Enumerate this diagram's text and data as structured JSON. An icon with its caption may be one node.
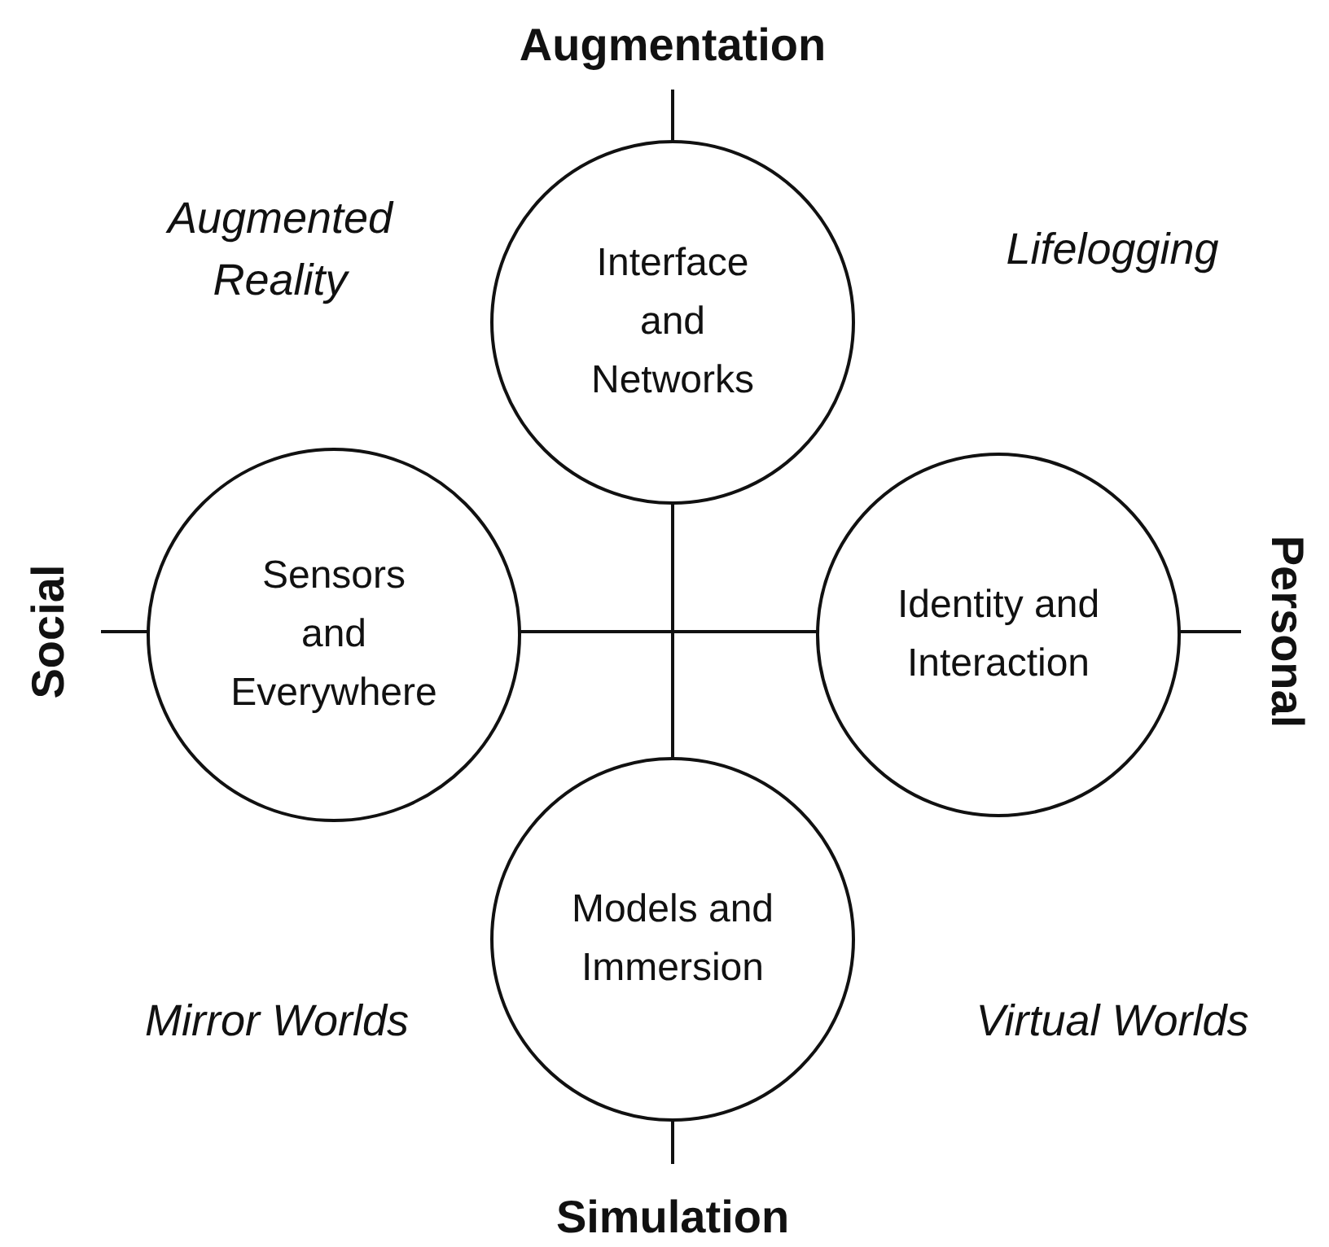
{
  "diagram": {
    "nodes": [
      {
        "text": [
          "Interface and Networks"
        ]
      },
      {
        "text": [
          "Sensors and Everywhere"
        ]
      },
      {
        "text": [
          "Identity and Interaction"
        ]
      },
      {
        "text": [
          "Models and Immersion"
        ]
      }
    ],
    "labels": [
      "Augmentation",
      "Augmented Reality",
      "Lifelogging",
      "Social",
      "Personal",
      "Mirror Worlds",
      "Virtual Worlds",
      "Simulation"
    ]
  }
}
